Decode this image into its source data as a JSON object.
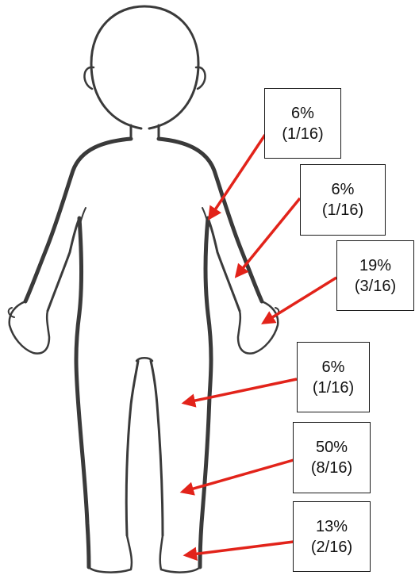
{
  "colors": {
    "arrow": "#e2231a",
    "outline": "#3a3a3a",
    "box_border": "#1a1a1a"
  },
  "annotations": [
    {
      "region": "upper-arm",
      "percent": "6%",
      "fraction": "(1/16)"
    },
    {
      "region": "forearm",
      "percent": "6%",
      "fraction": "(1/16)"
    },
    {
      "region": "hand",
      "percent": "19%",
      "fraction": "(3/16)"
    },
    {
      "region": "thigh",
      "percent": "6%",
      "fraction": "(1/16)"
    },
    {
      "region": "lower-leg",
      "percent": "50%",
      "fraction": "(8/16)"
    },
    {
      "region": "foot",
      "percent": "13%",
      "fraction": "(2/16)"
    }
  ]
}
